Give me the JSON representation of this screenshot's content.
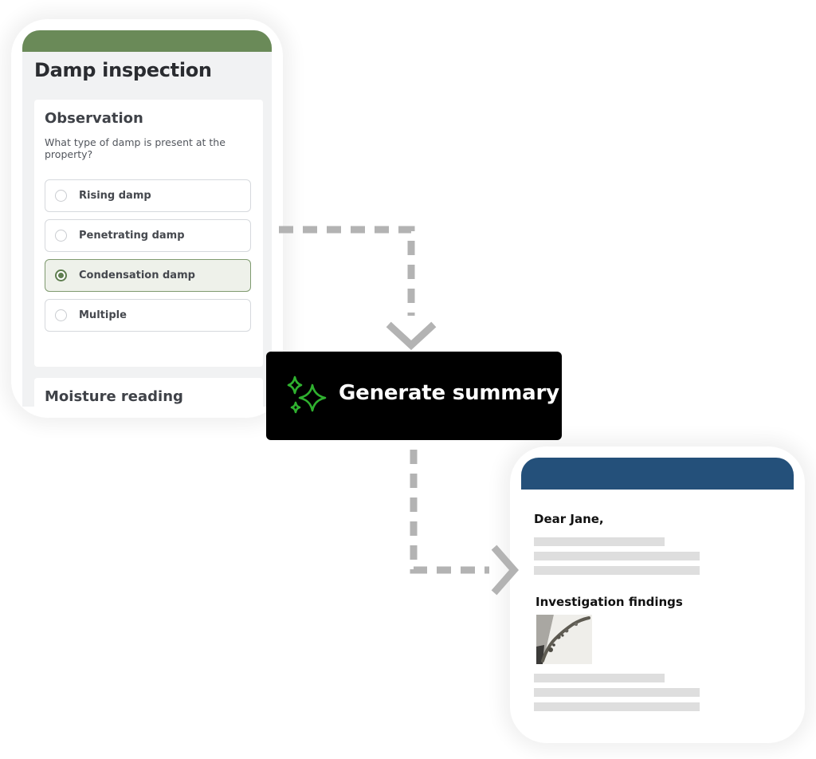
{
  "inspection_form": {
    "title": "Damp inspection",
    "accent_color": "#6a8a58",
    "observation": {
      "heading": "Observation",
      "question": "What type of damp is present at the property?",
      "options": [
        {
          "label": "Rising damp",
          "selected": false
        },
        {
          "label": "Penetrating damp",
          "selected": false
        },
        {
          "label": "Condensation damp",
          "selected": true
        },
        {
          "label": "Multiple",
          "selected": false
        }
      ]
    },
    "next_section": {
      "heading": "Moisture reading"
    }
  },
  "generate_button": {
    "label": "Generate summary",
    "icon": "sparkles-icon",
    "icon_color": "#2fb12f"
  },
  "summary_document": {
    "accent_color": "#24507a",
    "greeting": "Dear Jane,",
    "section_heading": "Investigation findings",
    "image": "mould-corner-photo"
  }
}
